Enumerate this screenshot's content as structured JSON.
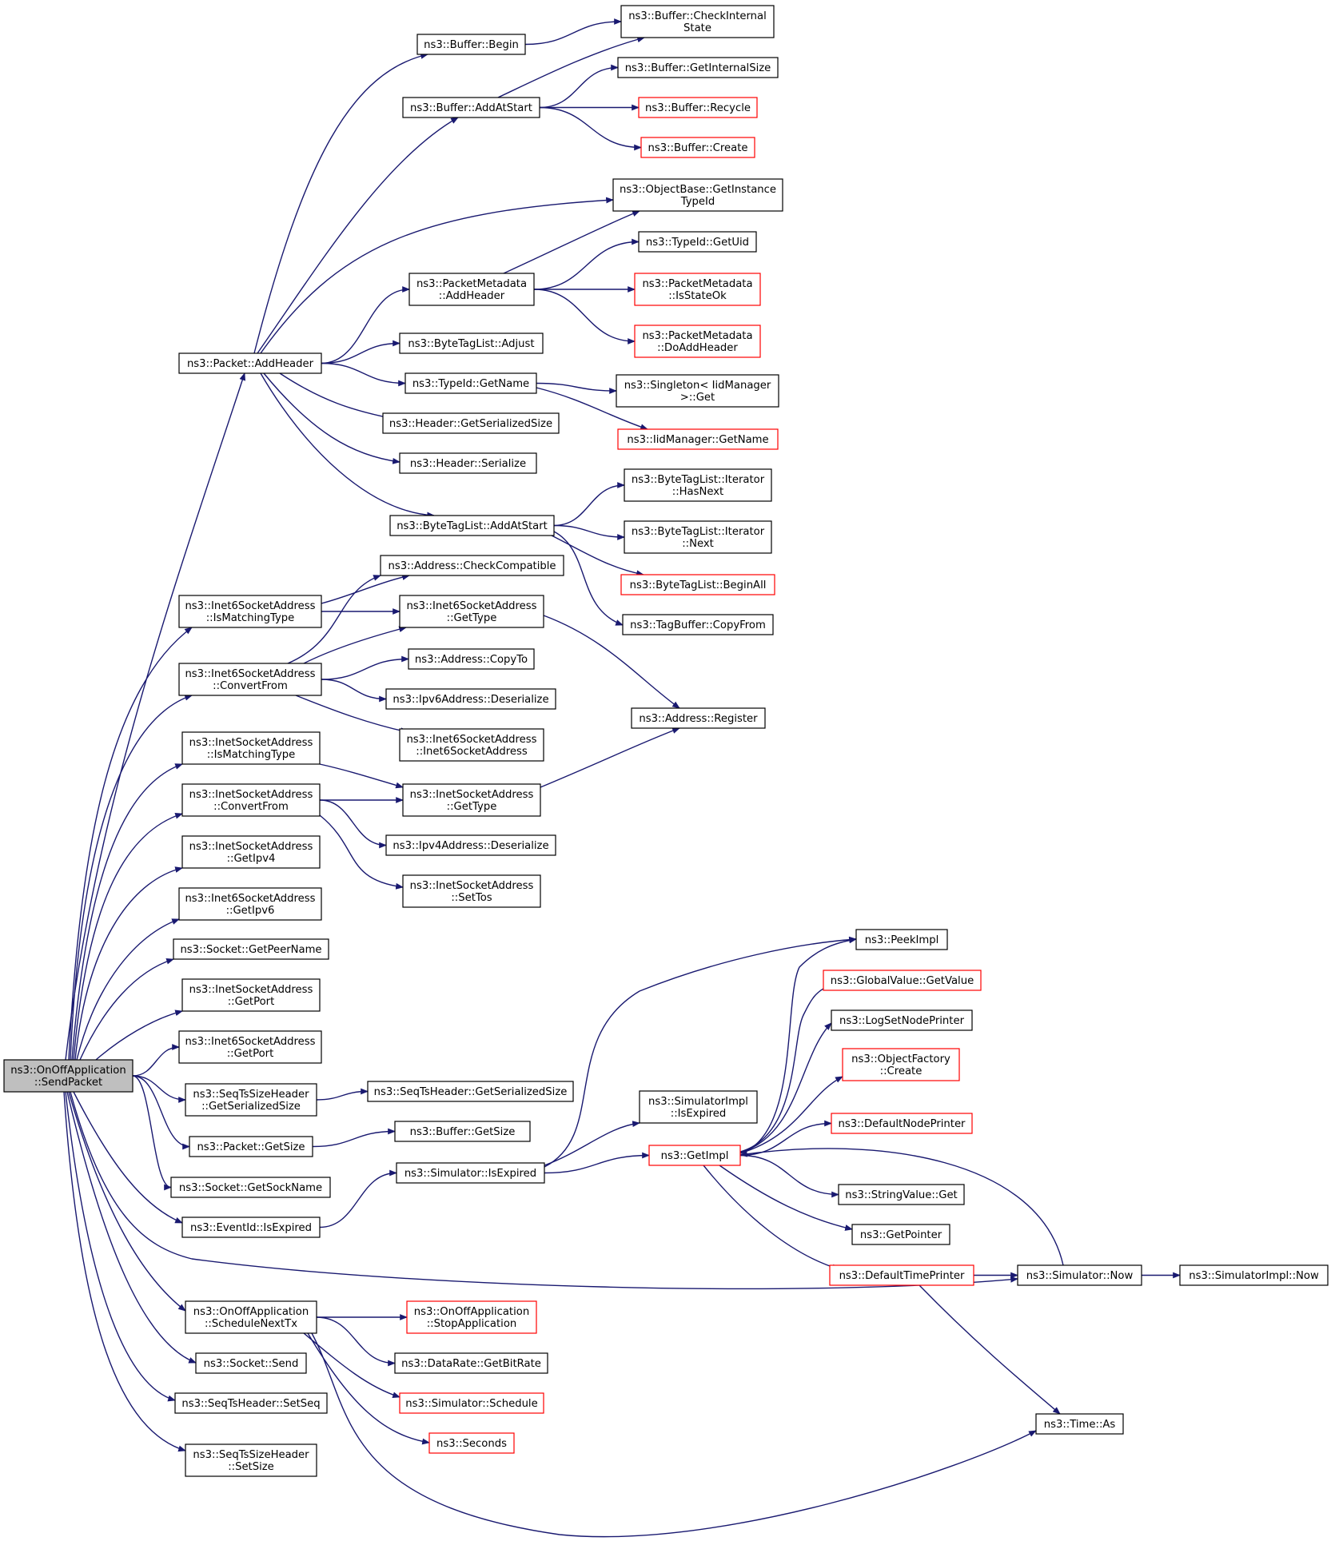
{
  "diagram": {
    "type": "call-graph",
    "root": "send_packet",
    "colors": {
      "edge": "#191970",
      "normal_border": "#000000",
      "incomplete_border": "#ff0000",
      "root_fill": "#bfbfbf"
    },
    "nodes": {
      "send_packet": [
        "ns3::OnOffApplication",
        "::SendPacket"
      ],
      "buffer_begin": [
        "ns3::Buffer::Begin"
      ],
      "buffer_check_internal_state": [
        "ns3::Buffer::CheckInternal",
        "State"
      ],
      "buffer_get_internal_size": [
        "ns3::Buffer::GetInternalSize"
      ],
      "buffer_recycle": [
        "ns3::Buffer::Recycle"
      ],
      "buffer_create": [
        "ns3::Buffer::Create"
      ],
      "buffer_add_at_start": [
        "ns3::Buffer::AddAtStart"
      ],
      "objectbase_get_instance_typeid": [
        "ns3::ObjectBase::GetInstance",
        "TypeId"
      ],
      "typeid_get_uid": [
        "ns3::TypeId::GetUid"
      ],
      "packet_metadata_is_state_ok": [
        "ns3::PacketMetadata",
        "::IsStateOk"
      ],
      "packet_metadata_do_add_header": [
        "ns3::PacketMetadata",
        "::DoAddHeader"
      ],
      "packet_metadata_add_header": [
        "ns3::PacketMetadata",
        "::AddHeader"
      ],
      "packet_add_header": [
        "ns3::Packet::AddHeader"
      ],
      "bytetaglist_adjust": [
        "ns3::ByteTagList::Adjust"
      ],
      "typeid_get_name": [
        "ns3::TypeId::GetName"
      ],
      "singleton_get": [
        "ns3::Singleton< IidManager",
        ">::Get"
      ],
      "iidmanager_get_name": [
        "ns3::IidManager::GetName"
      ],
      "header_get_serialized_size": [
        "ns3::Header::GetSerializedSize"
      ],
      "header_serialize": [
        "ns3::Header::Serialize"
      ],
      "bytetaglist_iterator_has_next": [
        "ns3::ByteTagList::Iterator",
        "::HasNext"
      ],
      "bytetaglist_add_at_start": [
        "ns3::ByteTagList::AddAtStart"
      ],
      "bytetaglist_iterator_next": [
        "ns3::ByteTagList::Iterator",
        "::Next"
      ],
      "bytetaglist_begin_all": [
        "ns3::ByteTagList::BeginAll"
      ],
      "tagbuffer_copy_from": [
        "ns3::TagBuffer::CopyFrom"
      ],
      "address_check_compatible": [
        "ns3::Address::CheckCompatible"
      ],
      "inet6_is_matching_type": [
        "ns3::Inet6SocketAddress",
        "::IsMatchingType"
      ],
      "inet6_get_type": [
        "ns3::Inet6SocketAddress",
        "::GetType"
      ],
      "inet6_convert_from": [
        "ns3::Inet6SocketAddress",
        "::ConvertFrom"
      ],
      "address_copy_to": [
        "ns3::Address::CopyTo"
      ],
      "ipv6address_deserialize": [
        "ns3::Ipv6Address::Deserialize"
      ],
      "inet6_ctor": [
        "ns3::Inet6SocketAddress",
        "::Inet6SocketAddress"
      ],
      "address_register": [
        "ns3::Address::Register"
      ],
      "inet_is_matching_type": [
        "ns3::InetSocketAddress",
        "::IsMatchingType"
      ],
      "inet_convert_from": [
        "ns3::InetSocketAddress",
        "::ConvertFrom"
      ],
      "inet_get_type": [
        "ns3::InetSocketAddress",
        "::GetType"
      ],
      "ipv4address_deserialize": [
        "ns3::Ipv4Address::Deserialize"
      ],
      "inet_get_ipv4": [
        "ns3::InetSocketAddress",
        "::GetIpv4"
      ],
      "inet_set_tos": [
        "ns3::InetSocketAddress",
        "::SetTos"
      ],
      "inet6_get_ipv6": [
        "ns3::Inet6SocketAddress",
        "::GetIpv6"
      ],
      "socket_get_peer_name": [
        "ns3::Socket::GetPeerName"
      ],
      "peek_impl": [
        "ns3::PeekImpl"
      ],
      "globalvalue_get_value": [
        "ns3::GlobalValue::GetValue"
      ],
      "inet_get_port": [
        "ns3::InetSocketAddress",
        "::GetPort"
      ],
      "log_set_node_printer": [
        "ns3::LogSetNodePrinter"
      ],
      "inet6_get_port": [
        "ns3::Inet6SocketAddress",
        "::GetPort"
      ],
      "objectfactory_create": [
        "ns3::ObjectFactory",
        "::Create"
      ],
      "seqtssizeheader_get_serialized_size": [
        "ns3::SeqTsSizeHeader",
        "::GetSerializedSize"
      ],
      "seqtsheader_get_serialized_size": [
        "ns3::SeqTsHeader::GetSerializedSize"
      ],
      "simulatorimpl_is_expired": [
        "ns3::SimulatorImpl",
        "::IsExpired"
      ],
      "default_node_printer": [
        "ns3::DefaultNodePrinter"
      ],
      "packet_get_size": [
        "ns3::Packet::GetSize"
      ],
      "buffer_get_size": [
        "ns3::Buffer::GetSize"
      ],
      "get_impl": [
        "ns3::GetImpl"
      ],
      "simulator_is_expired": [
        "ns3::Simulator::IsExpired"
      ],
      "socket_get_sock_name": [
        "ns3::Socket::GetSockName"
      ],
      "stringvalue_get": [
        "ns3::StringValue::Get"
      ],
      "eventid_is_expired": [
        "ns3::EventId::IsExpired"
      ],
      "get_pointer": [
        "ns3::GetPointer"
      ],
      "default_time_printer": [
        "ns3::DefaultTimePrinter"
      ],
      "simulator_now": [
        "ns3::Simulator::Now"
      ],
      "simulatorimpl_now": [
        "ns3::SimulatorImpl::Now"
      ],
      "schedule_next_tx": [
        "ns3::OnOffApplication",
        "::ScheduleNextTx"
      ],
      "stop_application": [
        "ns3::OnOffApplication",
        "::StopApplication"
      ],
      "socket_send": [
        "ns3::Socket::Send"
      ],
      "datarate_get_bit_rate": [
        "ns3::DataRate::GetBitRate"
      ],
      "seqtsheader_set_seq": [
        "ns3::SeqTsHeader::SetSeq"
      ],
      "simulator_schedule": [
        "ns3::Simulator::Schedule"
      ],
      "time_as": [
        "ns3::Time::As"
      ],
      "seconds": [
        "ns3::Seconds"
      ],
      "seqtssizeheader_set_size": [
        "ns3::SeqTsSizeHeader",
        "::SetSize"
      ]
    },
    "incomplete": [
      "buffer_recycle",
      "buffer_create",
      "packet_metadata_is_state_ok",
      "packet_metadata_do_add_header",
      "iidmanager_get_name",
      "bytetaglist_begin_all",
      "globalvalue_get_value",
      "objectfactory_create",
      "default_node_printer",
      "get_impl",
      "default_time_printer",
      "stop_application",
      "simulator_schedule",
      "seconds"
    ],
    "edges": [
      [
        "send_packet",
        "packet_add_header"
      ],
      [
        "send_packet",
        "inet6_is_matching_type"
      ],
      [
        "send_packet",
        "inet6_convert_from"
      ],
      [
        "send_packet",
        "inet_is_matching_type"
      ],
      [
        "send_packet",
        "inet_convert_from"
      ],
      [
        "send_packet",
        "inet_get_ipv4"
      ],
      [
        "send_packet",
        "inet6_get_ipv6"
      ],
      [
        "send_packet",
        "socket_get_peer_name"
      ],
      [
        "send_packet",
        "inet_get_port"
      ],
      [
        "send_packet",
        "inet6_get_port"
      ],
      [
        "send_packet",
        "seqtssizeheader_get_serialized_size"
      ],
      [
        "send_packet",
        "packet_get_size"
      ],
      [
        "send_packet",
        "socket_get_sock_name"
      ],
      [
        "send_packet",
        "eventid_is_expired"
      ],
      [
        "send_packet",
        "simulator_now"
      ],
      [
        "send_packet",
        "schedule_next_tx"
      ],
      [
        "send_packet",
        "socket_send"
      ],
      [
        "send_packet",
        "seqtsheader_set_seq"
      ],
      [
        "send_packet",
        "seqtssizeheader_set_size"
      ],
      [
        "packet_add_header",
        "buffer_begin"
      ],
      [
        "packet_add_header",
        "buffer_add_at_start"
      ],
      [
        "packet_add_header",
        "objectbase_get_instance_typeid"
      ],
      [
        "packet_add_header",
        "packet_metadata_add_header"
      ],
      [
        "packet_add_header",
        "bytetaglist_adjust"
      ],
      [
        "packet_add_header",
        "typeid_get_name"
      ],
      [
        "packet_add_header",
        "header_get_serialized_size"
      ],
      [
        "packet_add_header",
        "header_serialize"
      ],
      [
        "packet_add_header",
        "bytetaglist_add_at_start"
      ],
      [
        "buffer_begin",
        "buffer_check_internal_state"
      ],
      [
        "buffer_add_at_start",
        "buffer_check_internal_state"
      ],
      [
        "buffer_add_at_start",
        "buffer_get_internal_size"
      ],
      [
        "buffer_add_at_start",
        "buffer_recycle"
      ],
      [
        "buffer_add_at_start",
        "buffer_create"
      ],
      [
        "packet_metadata_add_header",
        "objectbase_get_instance_typeid"
      ],
      [
        "packet_metadata_add_header",
        "typeid_get_uid"
      ],
      [
        "packet_metadata_add_header",
        "packet_metadata_is_state_ok"
      ],
      [
        "packet_metadata_add_header",
        "packet_metadata_do_add_header"
      ],
      [
        "typeid_get_name",
        "singleton_get"
      ],
      [
        "typeid_get_name",
        "iidmanager_get_name"
      ],
      [
        "bytetaglist_add_at_start",
        "bytetaglist_iterator_has_next"
      ],
      [
        "bytetaglist_add_at_start",
        "bytetaglist_iterator_next"
      ],
      [
        "bytetaglist_add_at_start",
        "bytetaglist_begin_all"
      ],
      [
        "bytetaglist_add_at_start",
        "tagbuffer_copy_from"
      ],
      [
        "inet6_is_matching_type",
        "address_check_compatible"
      ],
      [
        "inet6_is_matching_type",
        "inet6_get_type"
      ],
      [
        "inet6_convert_from",
        "address_check_compatible"
      ],
      [
        "inet6_convert_from",
        "inet6_get_type"
      ],
      [
        "inet6_convert_from",
        "address_copy_to"
      ],
      [
        "inet6_convert_from",
        "ipv6address_deserialize"
      ],
      [
        "inet6_convert_from",
        "inet6_ctor"
      ],
      [
        "inet6_get_type",
        "address_register"
      ],
      [
        "inet_get_type",
        "address_register"
      ],
      [
        "inet_is_matching_type",
        "inet_get_type"
      ],
      [
        "inet_convert_from",
        "inet_get_type"
      ],
      [
        "inet_convert_from",
        "ipv4address_deserialize"
      ],
      [
        "inet_convert_from",
        "inet_set_tos"
      ],
      [
        "seqtssizeheader_get_serialized_size",
        "seqtsheader_get_serialized_size"
      ],
      [
        "packet_get_size",
        "buffer_get_size"
      ],
      [
        "eventid_is_expired",
        "simulator_is_expired"
      ],
      [
        "simulator_is_expired",
        "peek_impl"
      ],
      [
        "simulator_is_expired",
        "simulatorimpl_is_expired"
      ],
      [
        "simulator_is_expired",
        "get_impl"
      ],
      [
        "get_impl",
        "peek_impl"
      ],
      [
        "get_impl",
        "globalvalue_get_value"
      ],
      [
        "get_impl",
        "log_set_node_printer"
      ],
      [
        "get_impl",
        "objectfactory_create"
      ],
      [
        "get_impl",
        "default_node_printer"
      ],
      [
        "get_impl",
        "stringvalue_get"
      ],
      [
        "get_impl",
        "get_pointer"
      ],
      [
        "get_impl",
        "default_time_printer"
      ],
      [
        "simulator_now",
        "get_impl"
      ],
      [
        "default_time_printer",
        "simulator_now"
      ],
      [
        "default_time_printer",
        "time_as"
      ],
      [
        "simulator_now",
        "simulatorimpl_now"
      ],
      [
        "schedule_next_tx",
        "stop_application"
      ],
      [
        "schedule_next_tx",
        "datarate_get_bit_rate"
      ],
      [
        "schedule_next_tx",
        "simulator_schedule"
      ],
      [
        "schedule_next_tx",
        "seconds"
      ],
      [
        "schedule_next_tx",
        "time_as"
      ]
    ]
  }
}
